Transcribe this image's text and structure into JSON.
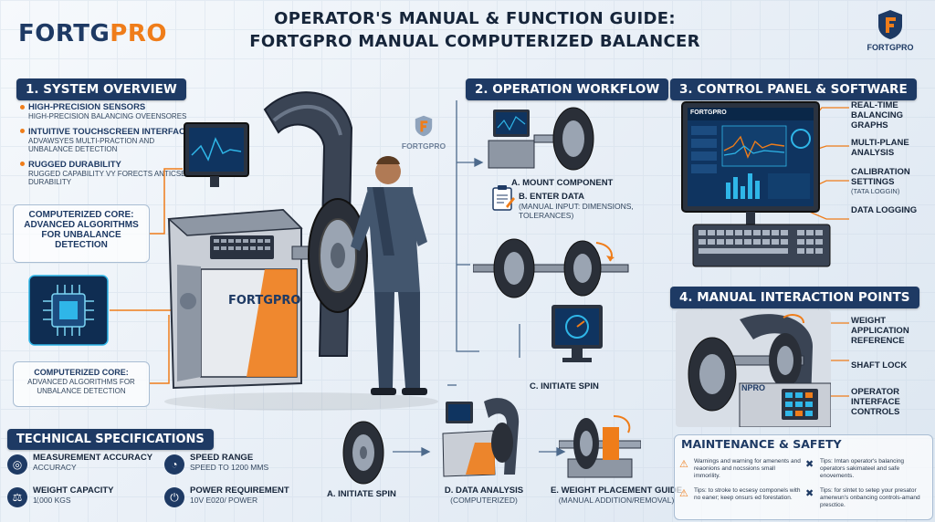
{
  "header": {
    "logo_left_a": "FORTG",
    "logo_left_b": "PRO",
    "title_line1": "OPERATOR'S MANUAL & FUNCTION GUIDE:",
    "title_line2": "FORTGPRO MANUAL COMPUTERIZED BALANCER",
    "logo_right": "FORTGPRO"
  },
  "overview": {
    "heading": "1. SYSTEM OVERVIEW",
    "items": [
      {
        "title": "HIGH-PRECISION SENSORS",
        "desc": "HIGH-PRECISION BALANCING OVEENSORES"
      },
      {
        "title": "INTUITIVE TOUCHSCREEN INTERFACE",
        "desc": "ADVAWSYES MULTI-PRACTION AND UNBALANCE DETECTION"
      },
      {
        "title": "RUGGED DURABILITY",
        "desc": "RUGGED CAPABILITY VY FORECTS ANTICSE DURABILITY"
      }
    ],
    "core_top": {
      "title": "COMPUTERIZED CORE:",
      "desc": "ADVANCED ALGORITHMS FOR UNBALANCE DETECTION"
    },
    "core_bottom": {
      "title": "COMPUTERIZED CORE:",
      "desc": "ADVANCED ALGORITHMS FOR UNBALANCE DETECTION"
    }
  },
  "machine": {
    "brand": "FORTGPRO",
    "wall_logo": "FORTGPRO"
  },
  "workflow": {
    "heading": "2. OPERATION WORKFLOW",
    "mount": "A. MOUNT COMPONENT",
    "enter": "B. ENTER DATA",
    "enter_sub": "(MANUAL INPUT: DIMENSIONS, TOLERANCES)",
    "spin_c": "C. INITIATE SPIN",
    "spin_a": "A. INITIATE SPIN",
    "analysis": "D. DATA ANALYSIS",
    "analysis_sub": "(COMPUTERIZED)",
    "weight": "E. WEIGHT PLACEMENT GUIDE",
    "weight_sub": "(MANUAL ADDITION/REMOVAL)"
  },
  "control": {
    "heading": "3. CONTROL PANEL & SOFTWARE",
    "screen_brand": "FORTGPRO",
    "items": [
      "REAL-TIME BALANCING GRAPHS",
      "MULTI-PLANE ANALYSIS",
      "CALIBRATION SETTINGS",
      "DATA LOGGING"
    ],
    "calib_sub": "(TATA LOGGIN)"
  },
  "manual": {
    "heading": "4. MANUAL INTERACTION POINTS",
    "items": [
      "WEIGHT APPLICATION REFERENCE",
      "SHAFT LOCK",
      "OPERATOR INTERFACE CONTROLS"
    ],
    "brand": "NPRO"
  },
  "specs": {
    "heading": "TECHNICAL SPECIFICATIONS",
    "items": [
      {
        "title": "MEASUREMENT ACCURACY",
        "desc": "ACCURACY",
        "icon": "target-icon"
      },
      {
        "title": "SPEED RANGE",
        "desc": "SPEED to 1200 mms",
        "icon": "gauge-icon"
      },
      {
        "title": "WEIGHT CAPACITY",
        "desc": "1̸,000 Kgs",
        "icon": "weight-icon"
      },
      {
        "title": "POWER REQUIREMENT",
        "desc": "10V E020/ POWER",
        "icon": "power-icon"
      }
    ]
  },
  "maintenance": {
    "heading": "MAINTENANCE & SAFETY",
    "tips": [
      "Warnings and warning for amenents and reaonions and nocssions small immorility.",
      "Tips: Imtan operator's balancing operators sakimateel and safe enovements.",
      "Tips: to stroke to ecsesy componels with no eaner; keep onsurs ed forestation.",
      "Tips: for slntet to setep your presator amerwun's onbancing controls-amand presctice."
    ]
  },
  "colors": {
    "navy": "#1e3a64",
    "orange": "#ef7d1a",
    "screen": "#123a63",
    "accent": "#2fb6e8"
  }
}
